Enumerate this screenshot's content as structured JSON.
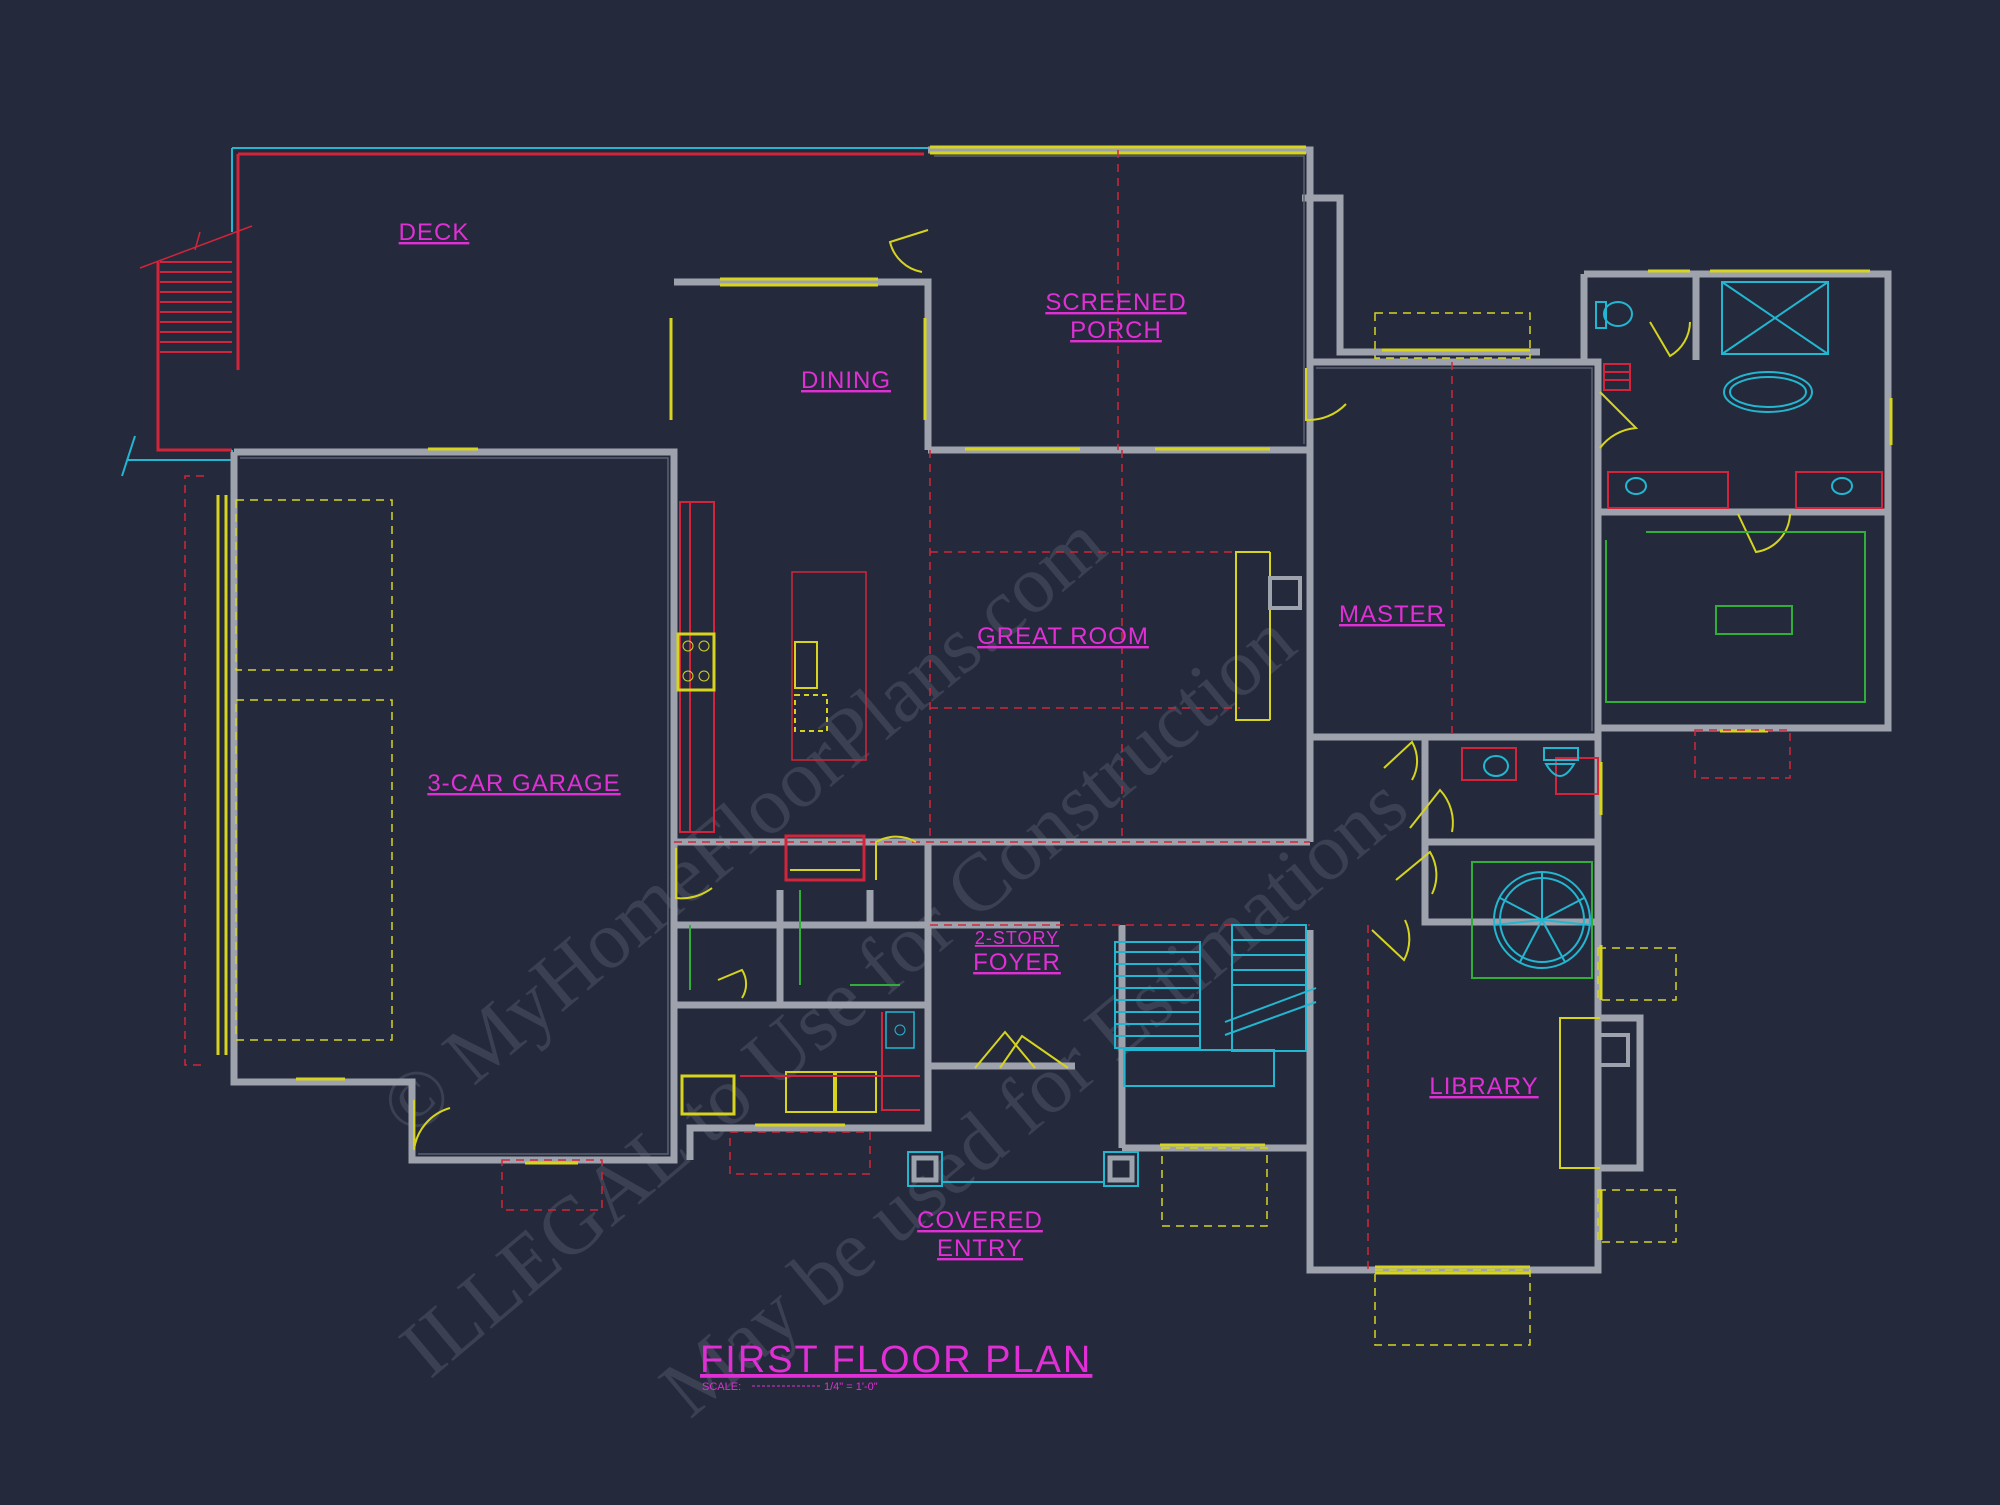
{
  "plan": {
    "title": "FIRST FLOOR PLAN",
    "scale_label": "SCALE:",
    "scale_value": "1/4\" = 1'-0\""
  },
  "rooms": {
    "deck": "DECK",
    "dining": "DINING",
    "screened_porch_line1": "SCREENED",
    "screened_porch_line2": "PORCH",
    "great_room": "GREAT ROOM",
    "master": "MASTER",
    "garage": "3-CAR GARAGE",
    "foyer_line1": "2-STORY",
    "foyer_line2": "FOYER",
    "library": "LIBRARY",
    "covered_entry_line1": "COVERED",
    "covered_entry_line2": "ENTRY"
  },
  "watermark": {
    "line1": "© MyHomeFloorPlans.com",
    "line2": "ILLEGAL to Use for Construction",
    "line3": "May be used for Estimations"
  },
  "colors": {
    "background": "#242a3b",
    "wall": "#9ea2ad",
    "text": "#e12fd6",
    "red": "#d2243a",
    "yellow": "#d6d41f",
    "cyan": "#23b6d1",
    "green": "#2fae3a"
  }
}
